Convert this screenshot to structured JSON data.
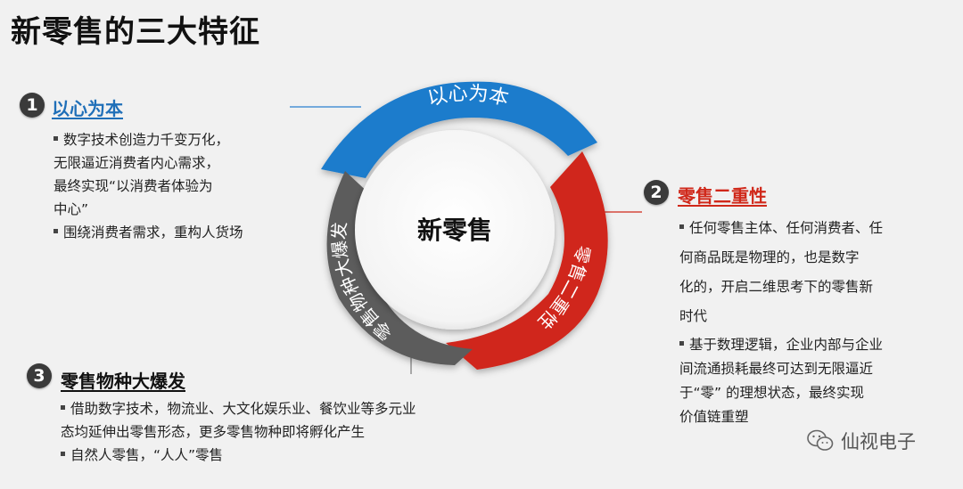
{
  "title": "新零售的三大特征",
  "center": {
    "label": "新零售"
  },
  "ring": {
    "segment1": "以心为本",
    "segment2": "零售二重性",
    "segment3": "零售物种大爆发",
    "colors": {
      "blue": "#1f7ccc",
      "red": "#d0281a",
      "gray": "#5b5b5b"
    }
  },
  "items": [
    {
      "number": "1",
      "heading": "以心为本",
      "color": "#1f6fb8",
      "bullets": [
        [
          "数字技术创造力千变万化，",
          "无限逼近消费者内心需求，",
          "最终实现“以消费者体验为",
          "中心”"
        ],
        [
          "围绕消费者需求，重构人货场"
        ]
      ]
    },
    {
      "number": "2",
      "heading": "零售二重性",
      "color": "#d0281a",
      "bullets": [
        [
          "任何零售主体、任何消费者、任",
          "何商品既是物理的，也是数字",
          "化的，开启二维思考下的零售新",
          "时代"
        ],
        [
          "基于数理逻辑，企业内部与企业",
          "间流通损耗最终可达到无限逼近",
          "于“零” 的理想状态，最终实现",
          "价值链重塑"
        ]
      ]
    },
    {
      "number": "3",
      "heading": "零售物种大爆发",
      "color": "#111111",
      "bullets": [
        [
          "借助数字技术，物流业、大文化娱乐业、餐饮业等多元业",
          "态均延伸出零售形态，更多零售物种即将孵化产生"
        ],
        [
          "自然人零售，“人人”零售"
        ]
      ]
    }
  ],
  "watermark": {
    "text": "仙视电子",
    "icon": "wechat-icon"
  }
}
